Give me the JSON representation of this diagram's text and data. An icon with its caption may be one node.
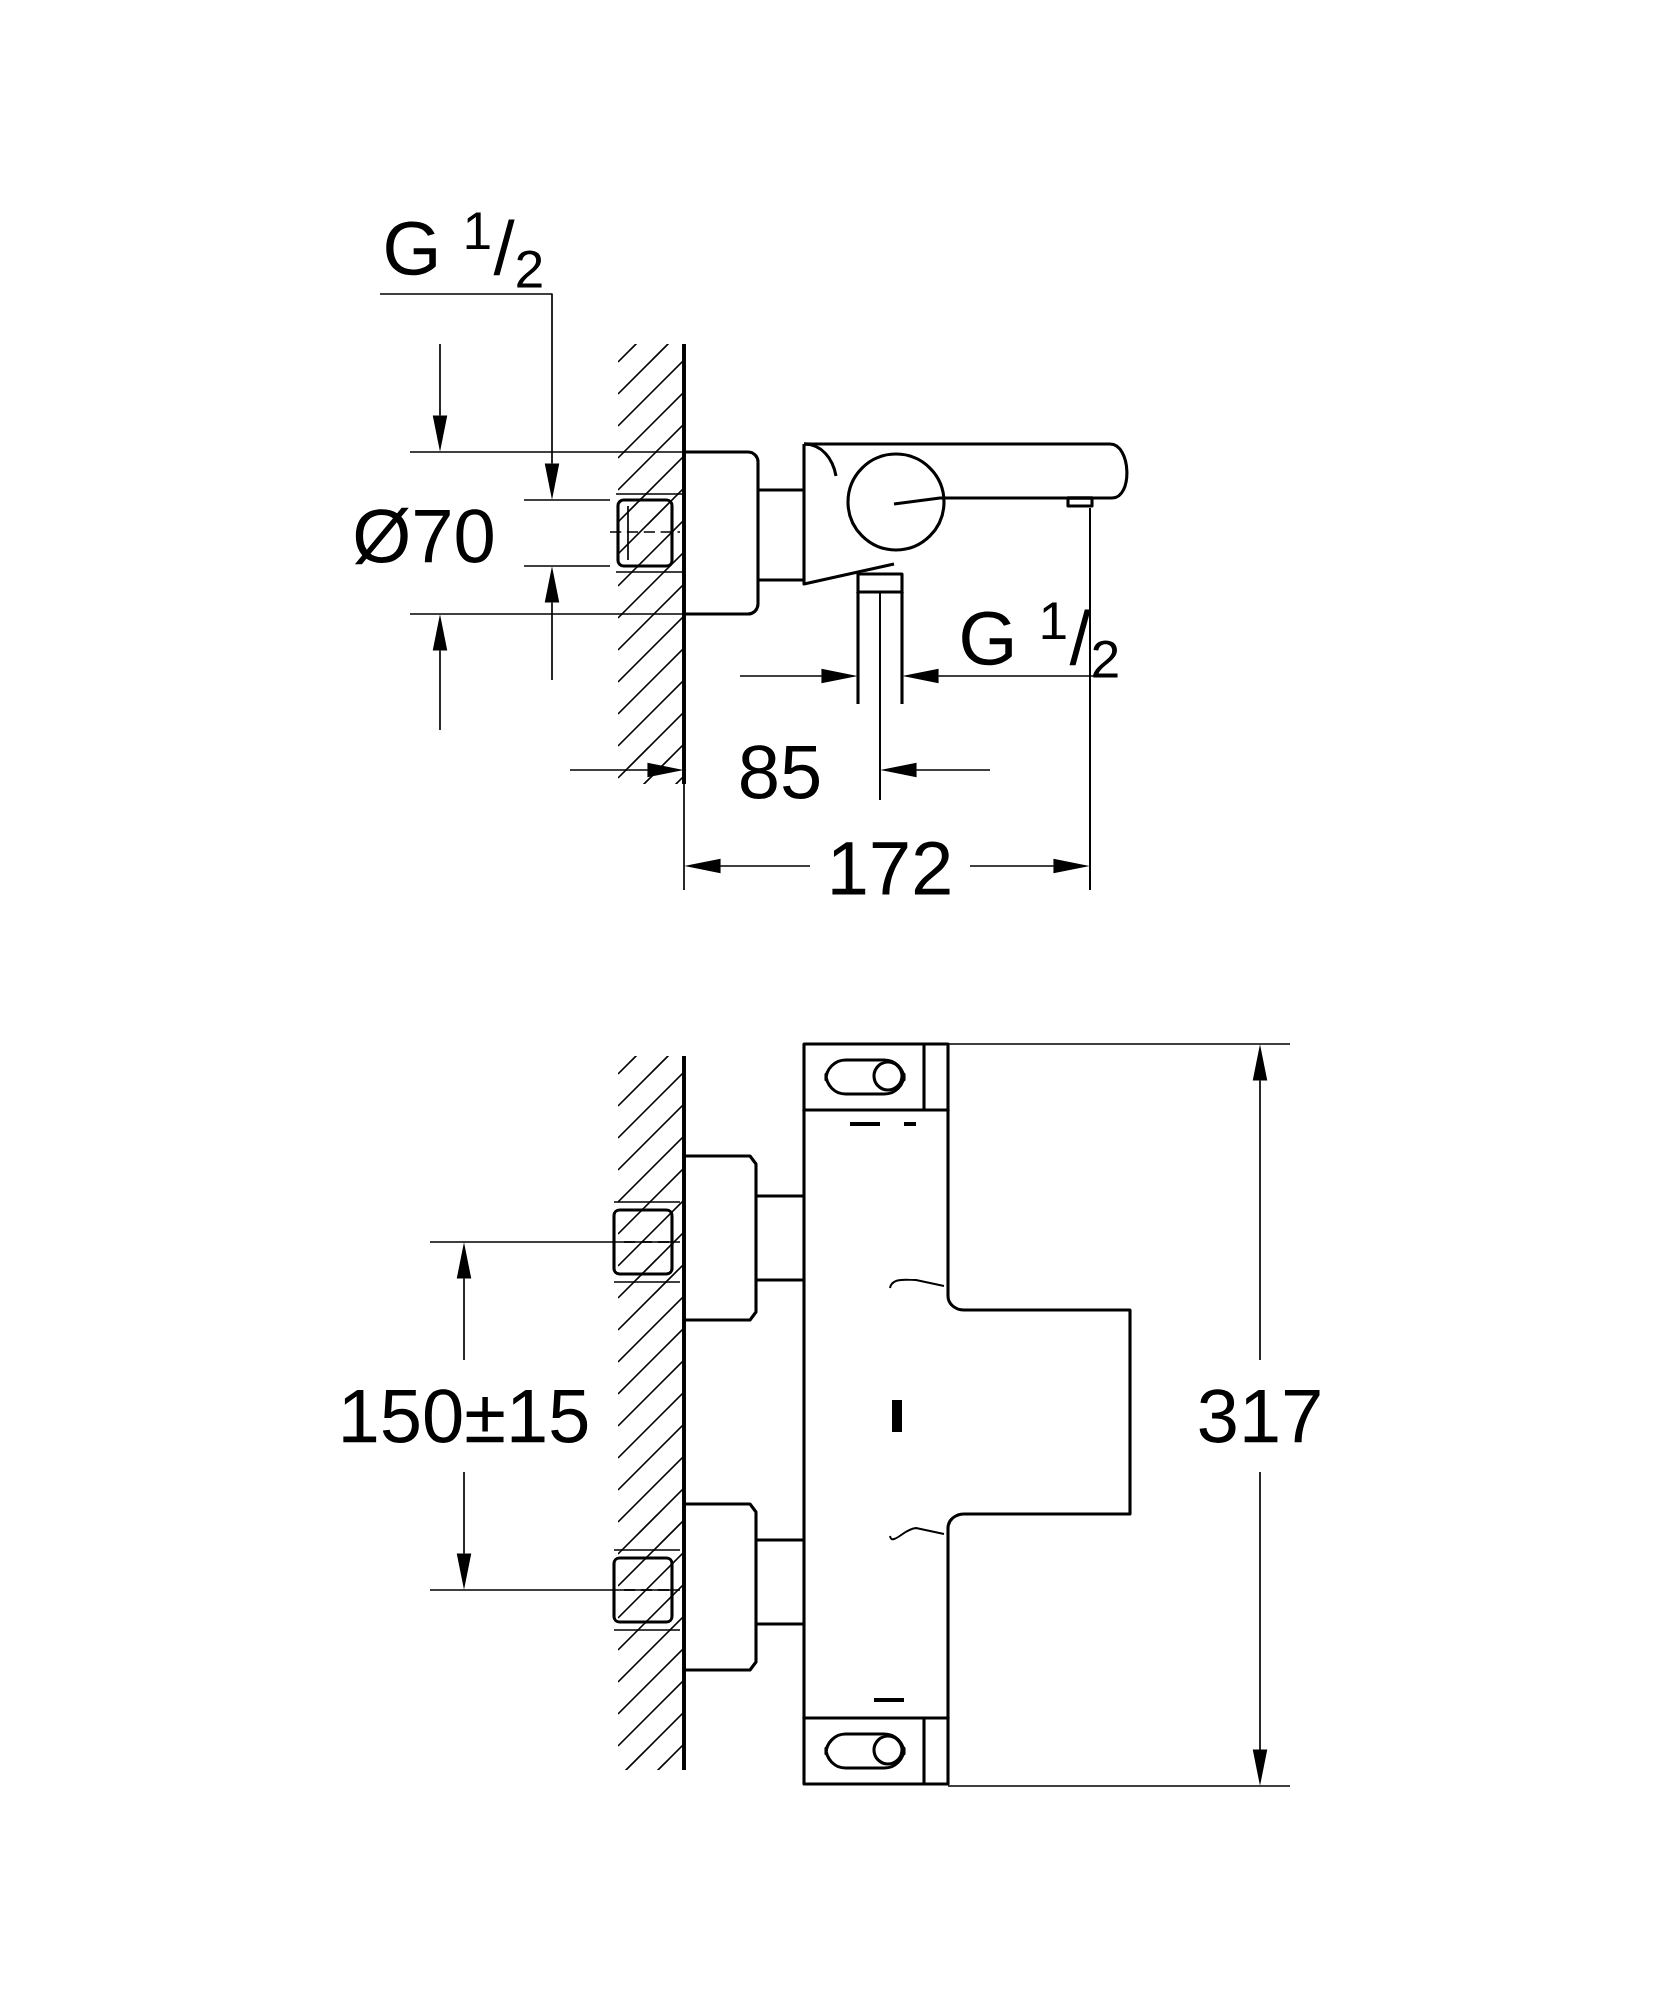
{
  "diagram": {
    "labels": [
      "G $^{1}$/$_{2}$",
      "Ø70",
      "G $^{1}$/$_{2}$",
      "85",
      "172",
      "150±15",
      "317"
    ]
  }
}
